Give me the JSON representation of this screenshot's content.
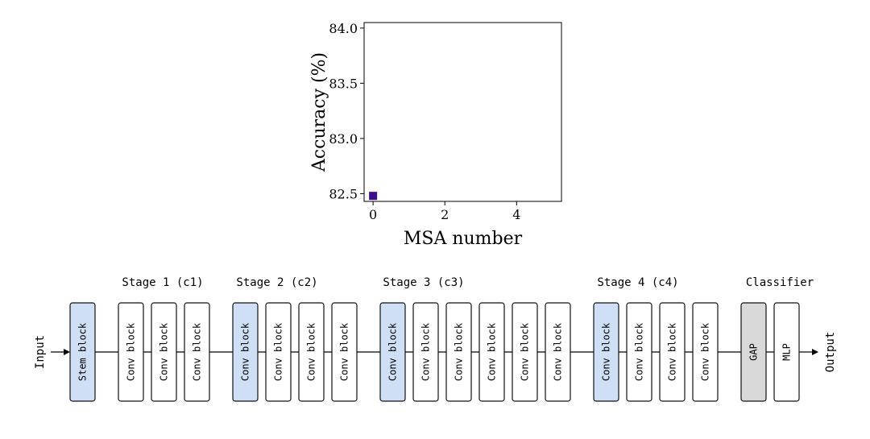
{
  "chart_data": {
    "type": "scatter",
    "title": "",
    "xlabel": "MSA number",
    "ylabel": "Accuracy (%)",
    "xlim": [
      -0.25,
      5.25
    ],
    "ylim": [
      82.43,
      84.05
    ],
    "xticks": [
      0,
      2,
      4
    ],
    "yticks": [
      82.5,
      83.0,
      83.5,
      84.0
    ],
    "ytick_labels": [
      "82.5",
      "83.0",
      "83.5",
      "84.0"
    ],
    "grid": false,
    "series": [
      {
        "marker": "square",
        "color": "#3b0f8a",
        "points": [
          {
            "x": 0,
            "y": 82.48
          }
        ]
      }
    ]
  },
  "diagram": {
    "input_label": "Input",
    "output_label": "Output",
    "stages": [
      {
        "label": "Stage 1 (c1)"
      },
      {
        "label": "Stage 2 (c2)"
      },
      {
        "label": "Stage 3 (c3)"
      },
      {
        "label": "Stage 4 (c4)"
      },
      {
        "label": "Classifier"
      }
    ],
    "blocks": [
      {
        "label": "Stem block",
        "kind": "highlight"
      },
      {
        "label": "Conv block",
        "kind": "normal"
      },
      {
        "label": "Conv block",
        "kind": "normal"
      },
      {
        "label": "Conv block",
        "kind": "normal"
      },
      {
        "label": "Conv block",
        "kind": "highlight"
      },
      {
        "label": "Conv block",
        "kind": "normal"
      },
      {
        "label": "Conv block",
        "kind": "normal"
      },
      {
        "label": "Conv block",
        "kind": "normal"
      },
      {
        "label": "Conv block",
        "kind": "highlight"
      },
      {
        "label": "Conv block",
        "kind": "normal"
      },
      {
        "label": "Conv block",
        "kind": "normal"
      },
      {
        "label": "Conv block",
        "kind": "normal"
      },
      {
        "label": "Conv block",
        "kind": "normal"
      },
      {
        "label": "Conv block",
        "kind": "normal"
      },
      {
        "label": "Conv block",
        "kind": "highlight"
      },
      {
        "label": "Conv block",
        "kind": "normal"
      },
      {
        "label": "Conv block",
        "kind": "normal"
      },
      {
        "label": "Conv block",
        "kind": "normal"
      },
      {
        "label": "GAP",
        "kind": "gray"
      },
      {
        "label": "MLP",
        "kind": "normal"
      }
    ],
    "colors": {
      "highlight_fill": "#cfe0f6",
      "gray_fill": "#d9d9d9",
      "normal_fill": "#ffffff",
      "stroke": "#111111"
    }
  }
}
